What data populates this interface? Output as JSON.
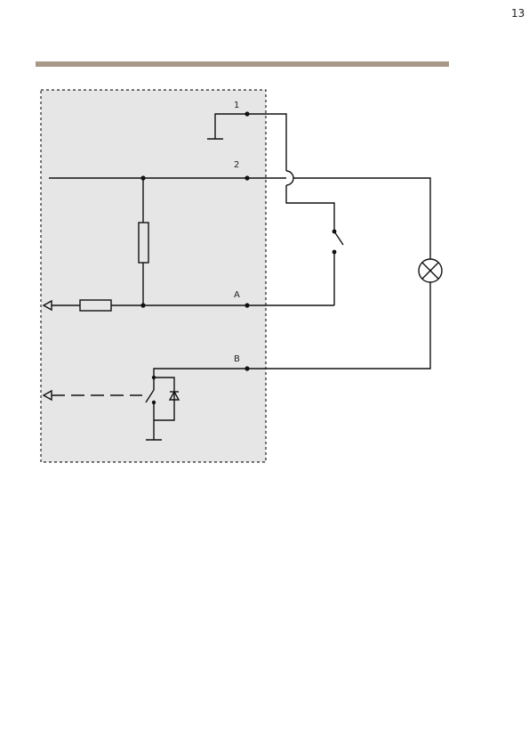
{
  "page": {
    "number": "13"
  },
  "colors": {
    "header_rule": "#a89888",
    "device_area_fill": "#e6e6e6",
    "wire": "#111111"
  },
  "terminals": {
    "t1": "1",
    "t2": "2",
    "tA": "A",
    "tB": "B"
  },
  "icons": {
    "lamp": "lamp-icon",
    "ground": "ground-icon",
    "switch": "switch-icon",
    "diode": "diode-icon",
    "resistor": "resistor-icon"
  }
}
